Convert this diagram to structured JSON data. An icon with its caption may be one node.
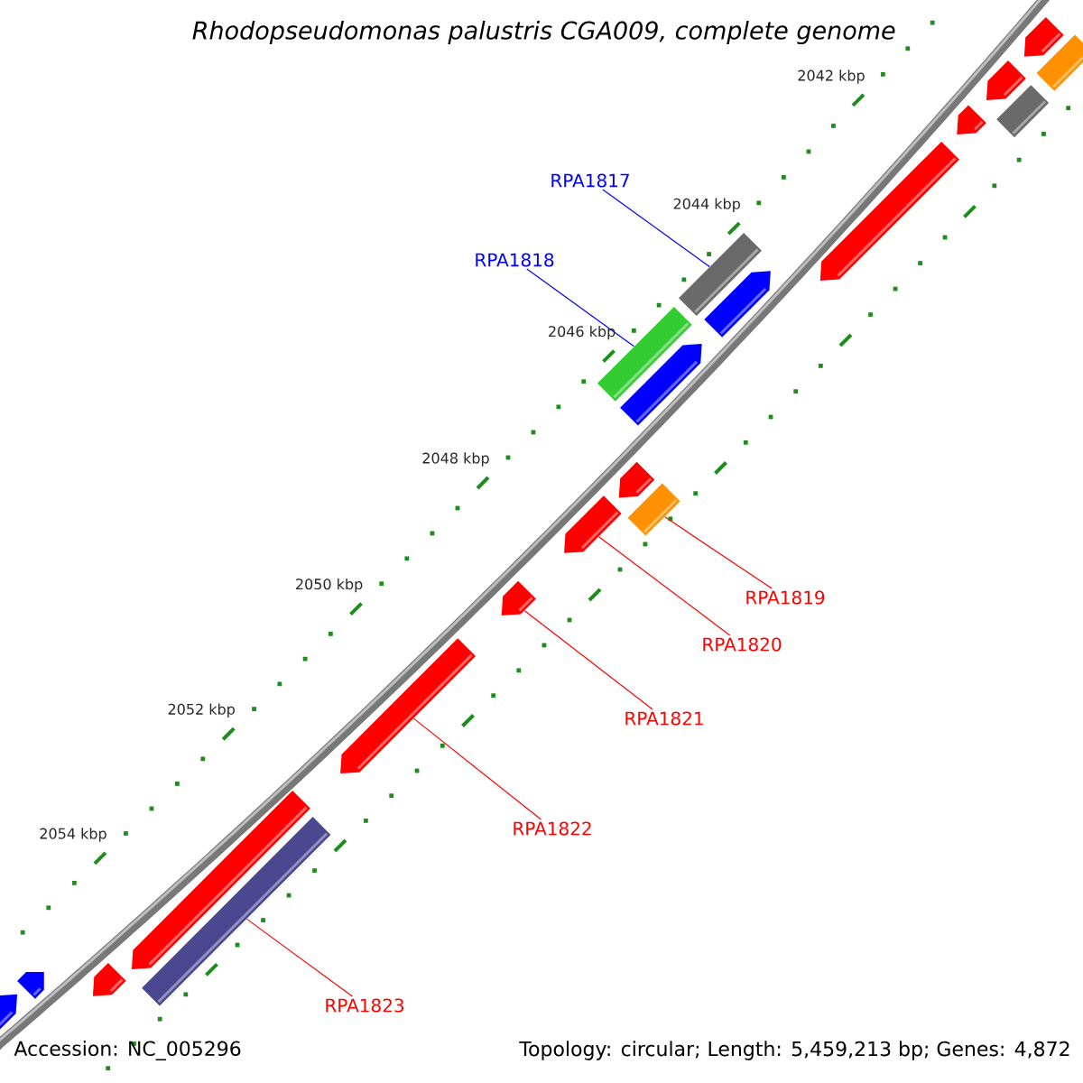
{
  "diagram": {
    "title": "Rhodopseudomonas palustris CGA009, complete genome",
    "nodes": [
      {
        "text": [
          "RPA1817"
        ]
      },
      {
        "text": [
          "RPA1818"
        ]
      },
      {
        "text": [
          "RPA1819"
        ]
      },
      {
        "text": [
          "RPA1820"
        ]
      },
      {
        "text": [
          "RPA1821"
        ]
      },
      {
        "text": [
          "RPA1822"
        ]
      },
      {
        "text": [
          "RPA1823"
        ]
      },
      {
        "text": [],
        "shape": "arrow"
      },
      {
        "text": [],
        "shape": "bar"
      },
      {
        "text": [],
        "shape": "arrow"
      },
      {
        "text": [],
        "shape": "bar"
      },
      {
        "text": [],
        "shape": "arrow"
      },
      {
        "text": [],
        "shape": "arrow"
      },
      {
        "text": [],
        "shape": "bar"
      },
      {
        "text": [],
        "shape": "arrow"
      },
      {
        "text": [],
        "shape": "bar"
      },
      {
        "text": [],
        "shape": "arrow"
      },
      {
        "text": [],
        "shape": "arrow"
      },
      {
        "text": [],
        "shape": "bar"
      },
      {
        "text": [],
        "shape": "arrow"
      },
      {
        "text": [],
        "shape": "arrow"
      },
      {
        "text": [],
        "shape": "arrow"
      },
      {
        "text": [],
        "shape": "arrow"
      },
      {
        "text": [],
        "shape": "bar"
      },
      {
        "text": [],
        "shape": "arrow"
      },
      {
        "text": [],
        "shape": "arrow"
      },
      {
        "text": [],
        "shape": "arrow"
      }
    ],
    "edges": [
      {
        "from": 0,
        "to": 13,
        "arrow": "none",
        "color": "#0000ff"
      },
      {
        "from": 1,
        "to": 15,
        "arrow": "none",
        "color": "#0000ff"
      },
      {
        "from": 2,
        "to": 18,
        "arrow": "none"
      },
      {
        "from": 3,
        "to": 19,
        "arrow": "none"
      },
      {
        "from": 4,
        "to": 20,
        "arrow": "none"
      },
      {
        "from": 5,
        "to": 21,
        "arrow": "none"
      },
      {
        "from": 6,
        "to": 23,
        "arrow": "none"
      }
    ],
    "labels": [
      "2042 kbp",
      "2044 kbp",
      "2046 kbp",
      "2048 kbp",
      "2050 kbp",
      "2052 kbp",
      "2054 kbp",
      "Accession: NC_005296",
      "Topology: circular; Length: 5,459,213 bp; Genes: 4,872"
    ]
  }
}
